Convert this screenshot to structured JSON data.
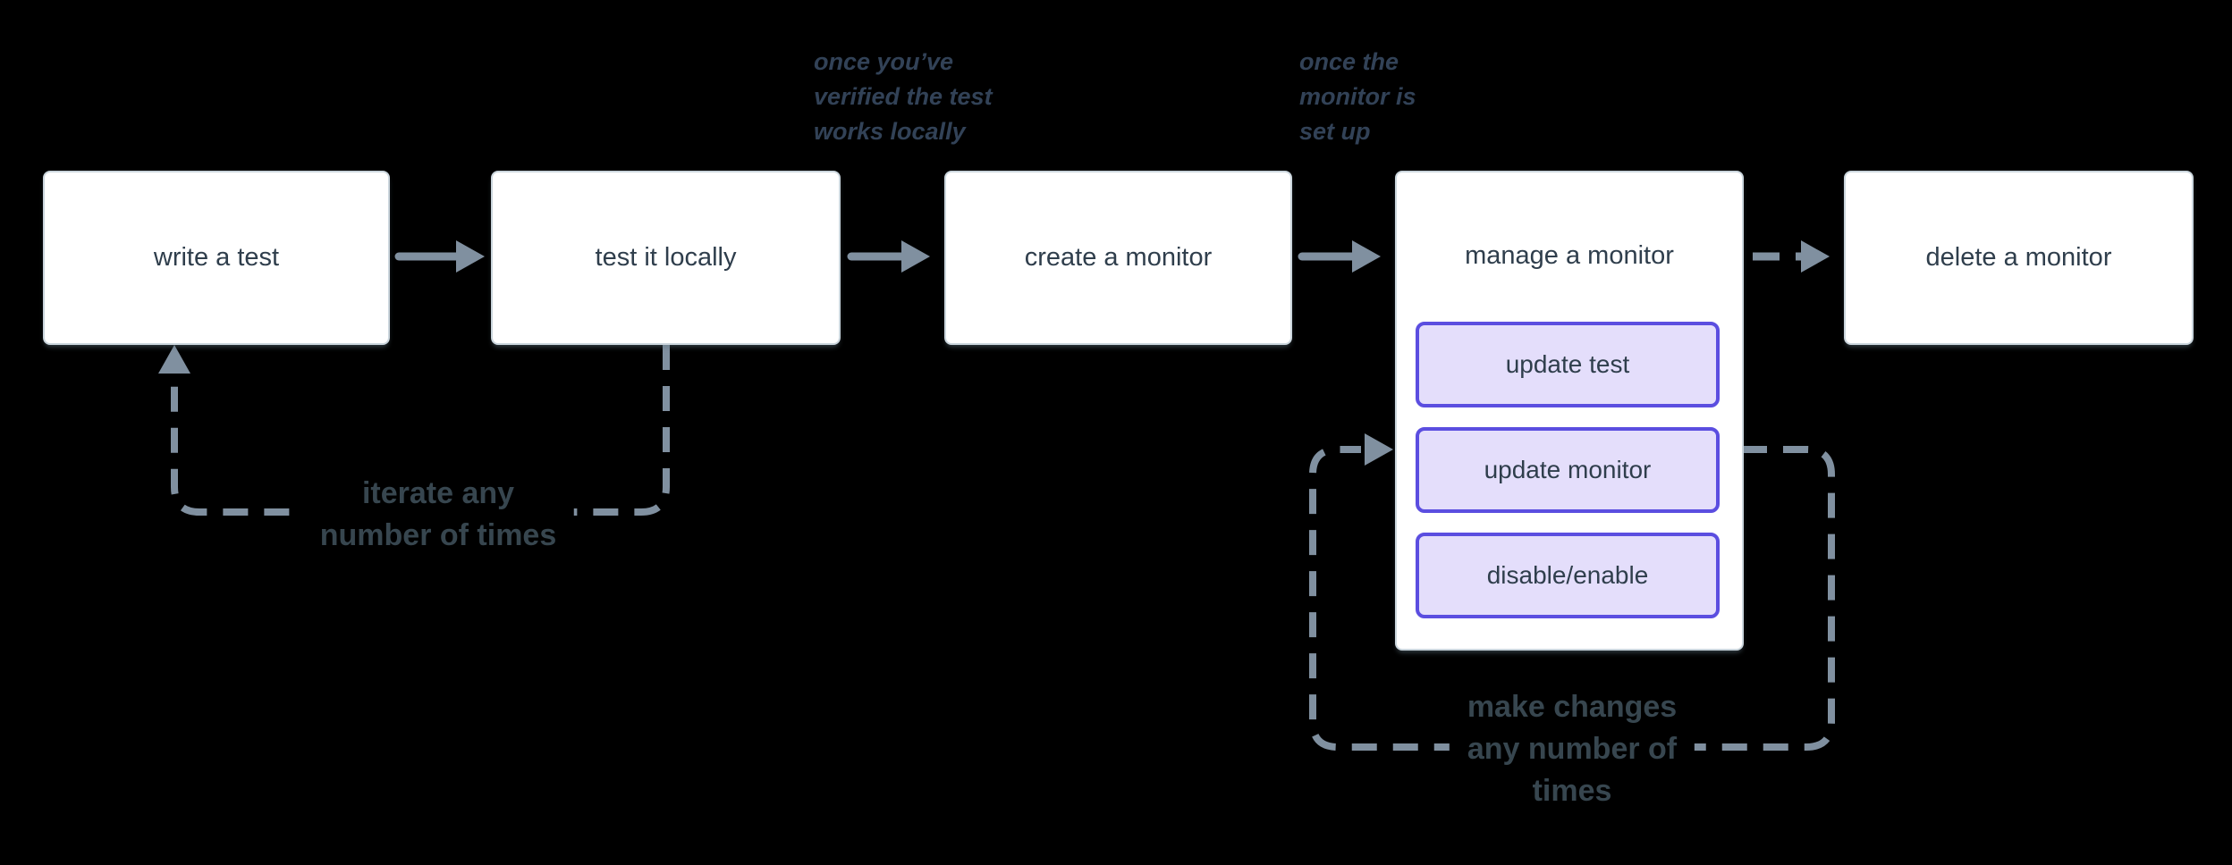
{
  "colors": {
    "background": "#000000",
    "arrow": "#8090A0",
    "box_fill": "#FFFFFF",
    "box_border": "#CBD6DD",
    "node_text": "#2F3E4C",
    "button_fill": "#E4DEFB",
    "button_border": "#5B4EE0",
    "annotation_text": "#324257",
    "loop_text": "#37464F"
  },
  "nodes": [
    {
      "id": "write-test",
      "label": "write a test"
    },
    {
      "id": "test-locally",
      "label": "test it locally"
    },
    {
      "id": "create-monitor",
      "label": "create a monitor"
    },
    {
      "id": "manage-monitor",
      "label": "manage a monitor",
      "children": [
        "update test",
        "update monitor",
        "disable/enable"
      ]
    },
    {
      "id": "delete-monitor",
      "label": "delete a monitor"
    }
  ],
  "annotations": [
    {
      "lines": [
        "once you’ve",
        "verified the test",
        "works locally"
      ]
    },
    {
      "lines": [
        "once the",
        "monitor is",
        "set up"
      ]
    }
  ],
  "loop_labels": [
    {
      "lines": [
        "iterate any",
        "number of times"
      ]
    },
    {
      "lines": [
        "make changes",
        "any number of",
        "times"
      ]
    }
  ]
}
